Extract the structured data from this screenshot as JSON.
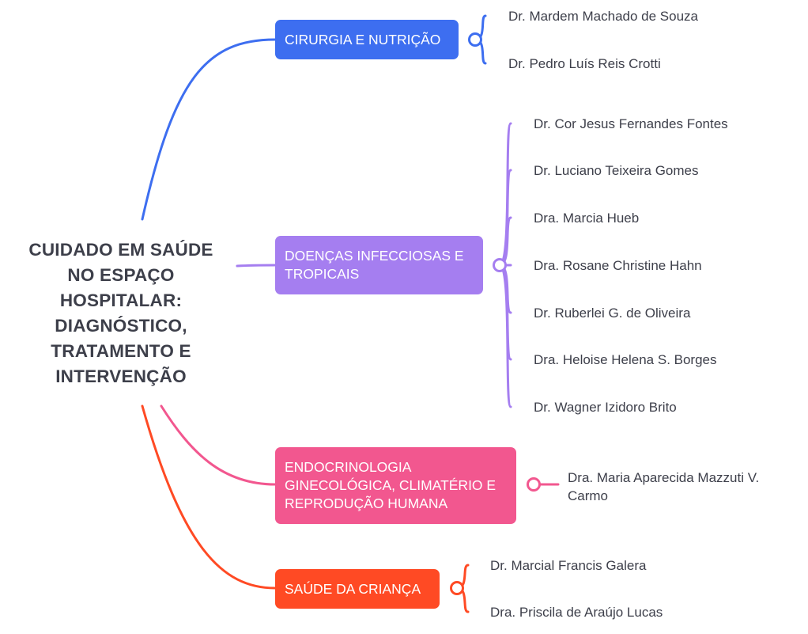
{
  "colors": {
    "blue": "#3d6ef0",
    "purple": "#a57ef0",
    "pink": "#f2578f",
    "red": "#ff4a24"
  },
  "central": {
    "lines": [
      "CUIDADO EM SAÚDE",
      "NO ESPAÇO",
      "HOSPITALAR:",
      "DIAGNÓSTICO,",
      "TRATAMENTO E",
      "INTERVENÇÃO"
    ]
  },
  "branches": [
    {
      "lines": [
        "CIRURGIA E NUTRIÇÃO"
      ],
      "leaves": [
        [
          "Dr. Mardem Machado de Souza"
        ],
        [
          "Dr. Pedro Luís Reis Crotti"
        ]
      ]
    },
    {
      "lines": [
        "DOENÇAS INFECCIOSAS E",
        "TROPICAIS"
      ],
      "leaves": [
        [
          "Dr. Cor Jesus Fernandes Fontes"
        ],
        [
          "Dr. Luciano Teixeira Gomes"
        ],
        [
          "Dra. Marcia Hueb"
        ],
        [
          "Dra. Rosane Christine Hahn"
        ],
        [
          "Dr. Ruberlei G. de Oliveira"
        ],
        [
          "Dra. Heloise Helena S. Borges"
        ],
        [
          "Dr. Wagner Izidoro Brito"
        ]
      ]
    },
    {
      "lines": [
        "ENDOCRINOLOGIA",
        "GINECOLÓGICA, CLIMATÉRIO E",
        "REPRODUÇÃO HUMANA"
      ],
      "leaves": [
        [
          "Dra. Maria Aparecida Mazzuti V.",
          "Carmo"
        ]
      ]
    },
    {
      "lines": [
        "SAÚDE DA CRIANÇA"
      ],
      "leaves": [
        [
          "Dr. Marcial Francis Galera"
        ],
        [
          "Dra. Priscila de Araújo Lucas"
        ]
      ]
    }
  ]
}
